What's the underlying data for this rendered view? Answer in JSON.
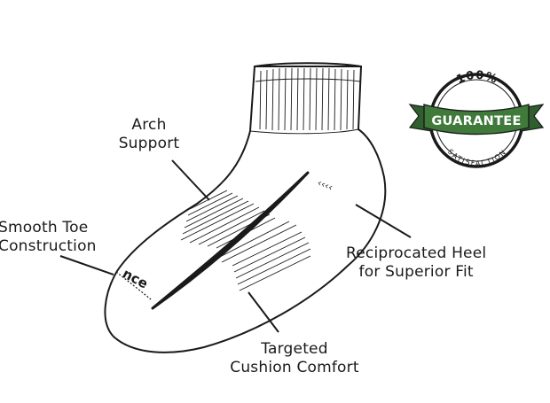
{
  "labels": {
    "arch": [
      "Arch",
      "Support"
    ],
    "toe": [
      "Smooth Toe",
      "Construction"
    ],
    "heel": [
      "Reciprocated Heel",
      "for Superior Fit"
    ],
    "cushion": [
      "Targeted",
      "Cushion Comfort"
    ]
  },
  "badge": {
    "top": "100%",
    "ribbon": "GUARANTEE",
    "bottom": "SATISFACTION",
    "ribbon_color": "#3f7a3b",
    "ring_color": "#1a1a1a"
  },
  "brand_mark": "nce",
  "heel_chevrons": "‹‹‹‹",
  "colors": {
    "ink": "#1a1a1a",
    "background": "#ffffff"
  }
}
